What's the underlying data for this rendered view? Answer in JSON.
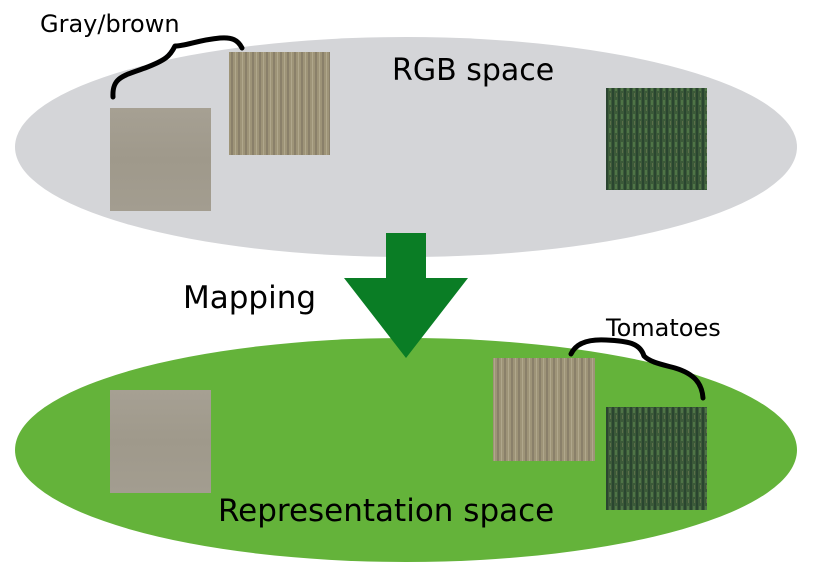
{
  "labels": {
    "gray_brown": "Gray/brown",
    "rgb_space": "RGB space",
    "mapping": "Mapping",
    "tomatoes": "Tomatoes",
    "representation_space": "Representation space"
  },
  "colors": {
    "rgb_ellipse": "#d4d5d8",
    "representation_ellipse": "#64b33a",
    "arrow": "#0a7d25",
    "gray_patch": "#a29c8e",
    "brown_patch": "#9e9478",
    "green_patch": "#3d5e3a"
  },
  "icons": {
    "brace": "curly-brace",
    "arrow": "down-arrow"
  }
}
